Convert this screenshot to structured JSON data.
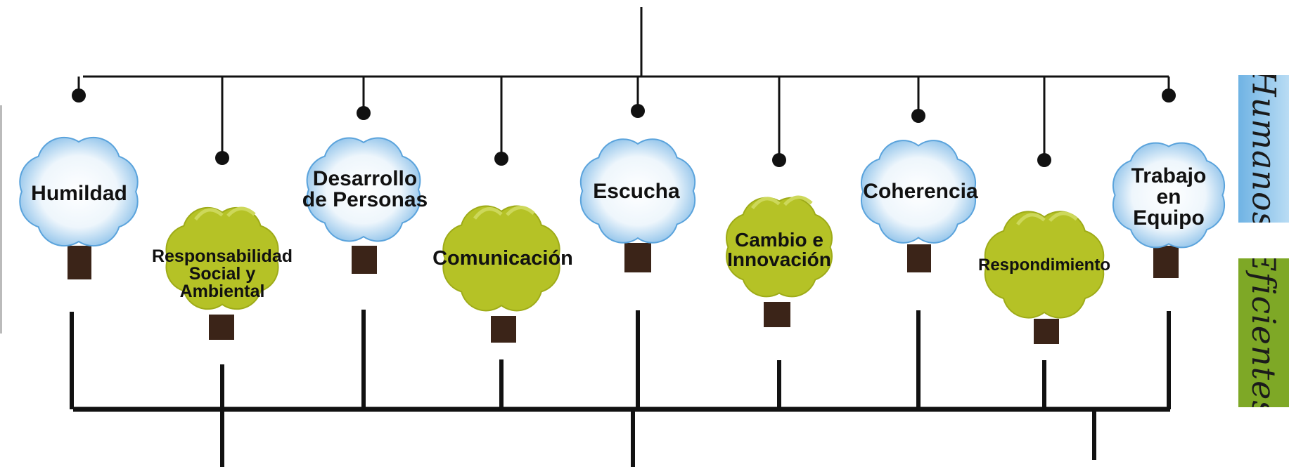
{
  "trees": [
    {
      "id": "humildad",
      "label": "Humildad",
      "kind": "cloud"
    },
    {
      "id": "responsabilidad",
      "label": "Responsabilidad\nSocial y\nAmbiental",
      "kind": "bush"
    },
    {
      "id": "desarrollo",
      "label": "Desarrollo\nde Personas",
      "kind": "cloud"
    },
    {
      "id": "comunicacion",
      "label": "Comunicación",
      "kind": "bush"
    },
    {
      "id": "escucha",
      "label": "Escucha",
      "kind": "cloud"
    },
    {
      "id": "cambio",
      "label": "Cambio e\nInnovación",
      "kind": "bush"
    },
    {
      "id": "coherencia",
      "label": "Coherencia",
      "kind": "cloud"
    },
    {
      "id": "respondimiento",
      "label": "Respondimiento",
      "kind": "bush"
    },
    {
      "id": "trabajo",
      "label": "Trabajo\nen\nEquipo",
      "kind": "cloud"
    }
  ],
  "side_tabs": {
    "humanos": "Humanos",
    "eficientes": "Eficientes"
  },
  "colors": {
    "cloud_fill_center": "#ffffff",
    "cloud_fill_edge": "#5aa3dc",
    "bush_fill": "#b5c226",
    "bush_highlight": "#cdd85a",
    "trunk": "#3b2418",
    "line": "#111111"
  }
}
